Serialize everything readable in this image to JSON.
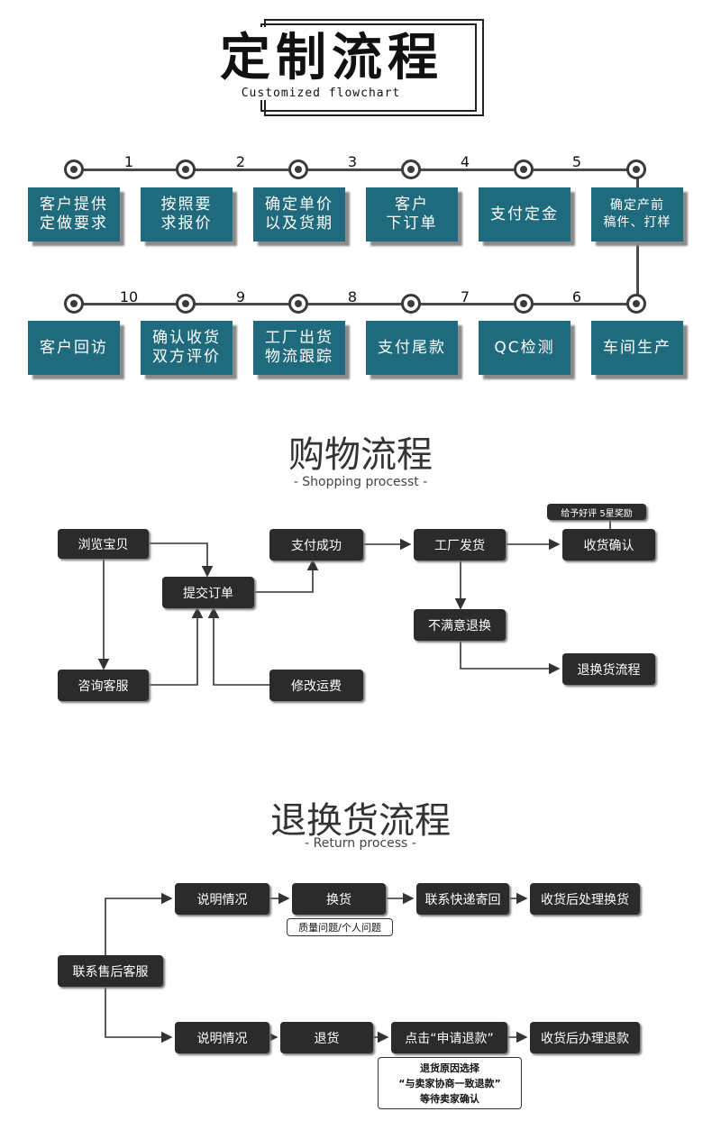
{
  "custom_flow": {
    "title": "定制流程",
    "subtitle": "Customized flowchart",
    "row1": [
      {
        "num": "1",
        "label": "客户提供\n定做要求"
      },
      {
        "num": "2",
        "label": "按照要\n求报价"
      },
      {
        "num": "3",
        "label": "确定单价\n以及货期"
      },
      {
        "num": "4",
        "label": "客户\n下订单"
      },
      {
        "num": "5",
        "label": "支付定金"
      },
      {
        "num": "",
        "label": "确定产前\n稿件、打样"
      }
    ],
    "row2": [
      {
        "num": "10",
        "label": "客户回访"
      },
      {
        "num": "9",
        "label": "确认收货\n双方评价"
      },
      {
        "num": "8",
        "label": "工厂出货\n物流跟踪"
      },
      {
        "num": "7",
        "label": "支付尾款"
      },
      {
        "num": "6",
        "label": "QC检测"
      },
      {
        "num": "",
        "label": "车间生产"
      }
    ]
  },
  "shopping_flow": {
    "title": "购物流程",
    "subtitle": "- Shopping processt -",
    "nodes": {
      "browse": "浏览宝贝",
      "consult": "咨询客服",
      "submit": "提交订单",
      "modify_freight": "修改运费",
      "paid": "支付成功",
      "factory_ship": "工厂发货",
      "confirm_receipt": "收货确认",
      "review_note": "给予好评 5星奖励",
      "unsatisfied": "不满意退换",
      "return_flow": "退换货流程"
    }
  },
  "return_flow": {
    "title": "退换货流程",
    "subtitle": "- Return process -",
    "nodes": {
      "contact": "联系售后客服",
      "explain_top": "说明情况",
      "exchange": "换货",
      "exchange_note": "质量问题/个人问题",
      "express": "联系快递寄回",
      "after_exchange": "收货后处理换货",
      "explain_bottom": "说明情况",
      "refund": "退货",
      "click_apply": "点击“申请退款”",
      "after_refund": "收货后办理退款",
      "refund_note": "退货原因选择\n“与卖家协商一致退款”\n等待卖家确认"
    }
  }
}
